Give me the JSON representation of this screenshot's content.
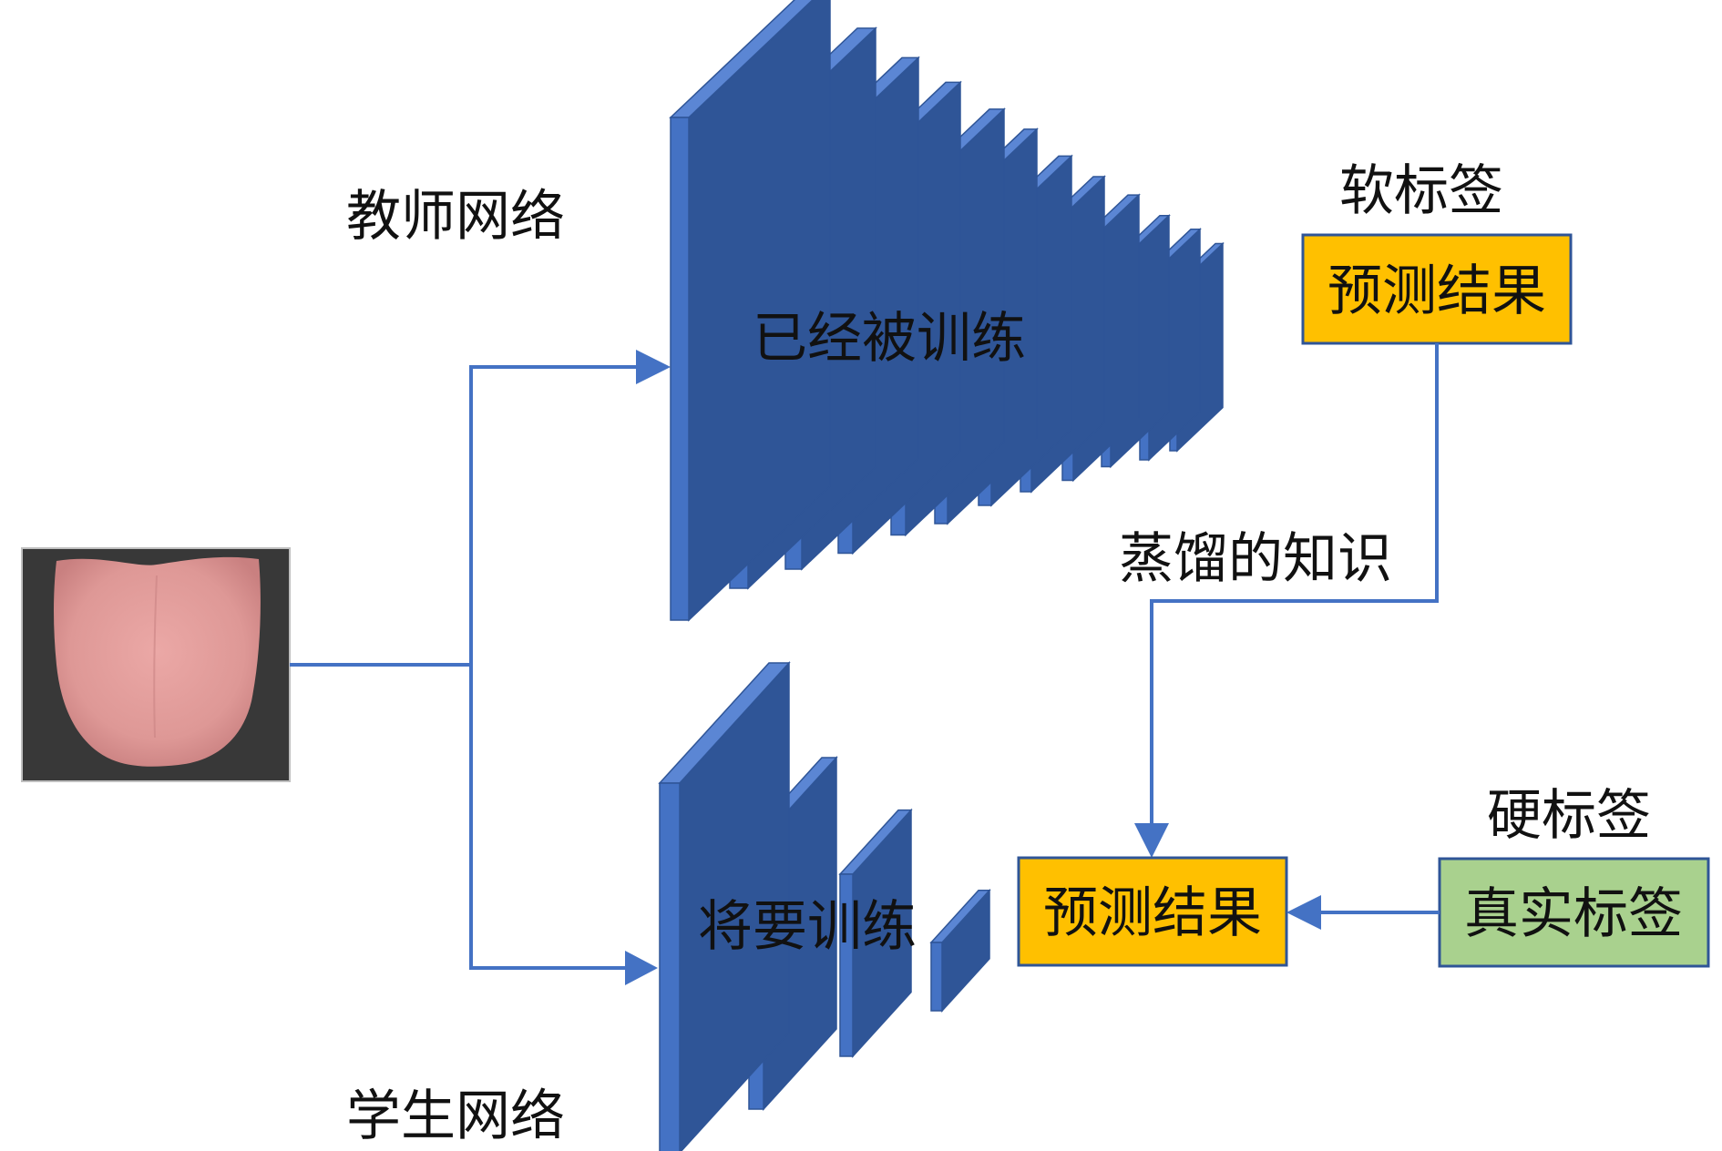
{
  "labels": {
    "teacher_network": "教师网络",
    "student_network": "学生网络",
    "teacher_state": "已经被训练",
    "student_state": "将要训练",
    "soft_label": "软标签",
    "hard_label": "硬标签",
    "teacher_prediction": "预测结果",
    "student_prediction": "预测结果",
    "ground_truth": "真实标签",
    "distilled_knowledge": "蒸馏的知识"
  },
  "colors": {
    "line": "#4472C4",
    "layer_front": "#4472C4",
    "layer_side": "#2F5597",
    "layer_top": "#5B86D4",
    "prediction_box": "#FFC000",
    "ground_truth_box": "#A9D18E",
    "box_border": "#2F5597"
  },
  "icons": {
    "input_image": "tongue-photo"
  }
}
